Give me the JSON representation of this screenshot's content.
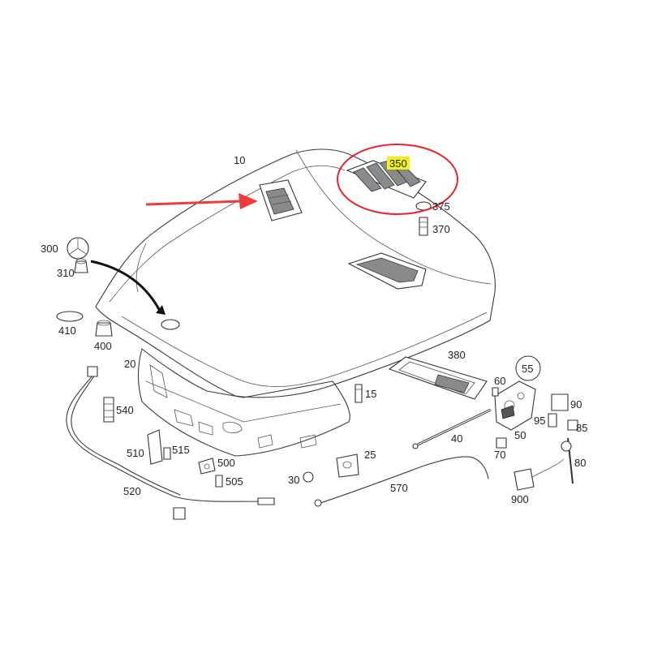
{
  "colors": {
    "arrow_red": "#ee3b3b",
    "circle_red": "#e8232a",
    "highlight_yellow": "#f2f21a",
    "line": "#333333"
  },
  "highlighted_part": "350",
  "labels": {
    "p10": "10",
    "p350": "350",
    "p375": "375",
    "p370": "370",
    "p300": "300",
    "p310": "310",
    "p410": "410",
    "p400": "400",
    "p20": "20",
    "p380": "380",
    "p55": "55",
    "p60": "60",
    "p15": "15",
    "p540": "540",
    "p90": "90",
    "p95": "95",
    "p85": "85",
    "p50": "50",
    "p40": "40",
    "p70": "70",
    "p510": "510",
    "p515": "515",
    "p500": "500",
    "p25": "25",
    "p80": "80",
    "p505": "505",
    "p30": "30",
    "p520": "520",
    "p570": "570",
    "p900": "900"
  }
}
